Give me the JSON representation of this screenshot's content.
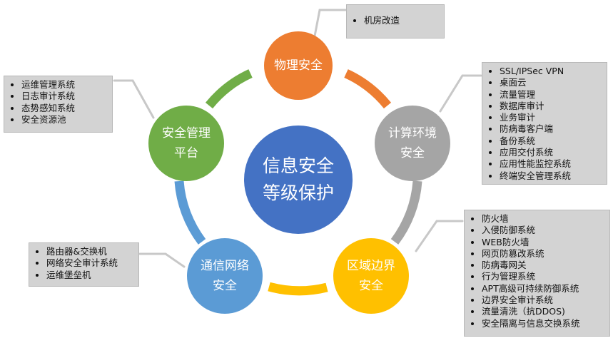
{
  "center": {
    "line1": "信息安全",
    "line2": "等级保护",
    "color": "#4472c4"
  },
  "nodes": [
    {
      "id": "physical",
      "line1": "物理安全",
      "line2": "",
      "color": "#ed7d31",
      "items": [
        "机房改造"
      ]
    },
    {
      "id": "compute",
      "line1": "计算环境",
      "line2": "安全",
      "color": "#a5a5a5",
      "items": [
        "SSL/IPSec VPN",
        "桌面云",
        "流量管理",
        "数据库审计",
        "业务审计",
        "防病毒客户端",
        "备份系统",
        "应用交付系统",
        "应用性能监控系统",
        "终端安全管理系统"
      ]
    },
    {
      "id": "border",
      "line1": "区域边界",
      "line2": "安全",
      "color": "#ffc000",
      "items": [
        "防火墙",
        "入侵防御系统",
        "WEB防火墙",
        "网页防篡改系统",
        "防病毒网关",
        "行为管理系统",
        "APT高级可持续防御系统",
        "边界安全审计系统",
        "流量清洗（抗DDOS)",
        "安全隔离与信息交换系统"
      ]
    },
    {
      "id": "network",
      "line1": "通信网络",
      "line2": "安全",
      "color": "#5b9bd5",
      "items": [
        "路由器&交换机",
        "网络安全审计系统",
        "运维堡垒机"
      ]
    },
    {
      "id": "mgmt",
      "line1": "安全管理",
      "line2": "平台",
      "color": "#70ad47",
      "items": [
        "运维管理系统",
        "日志审计系统",
        "态势感知系统",
        "安全资源池"
      ]
    }
  ]
}
